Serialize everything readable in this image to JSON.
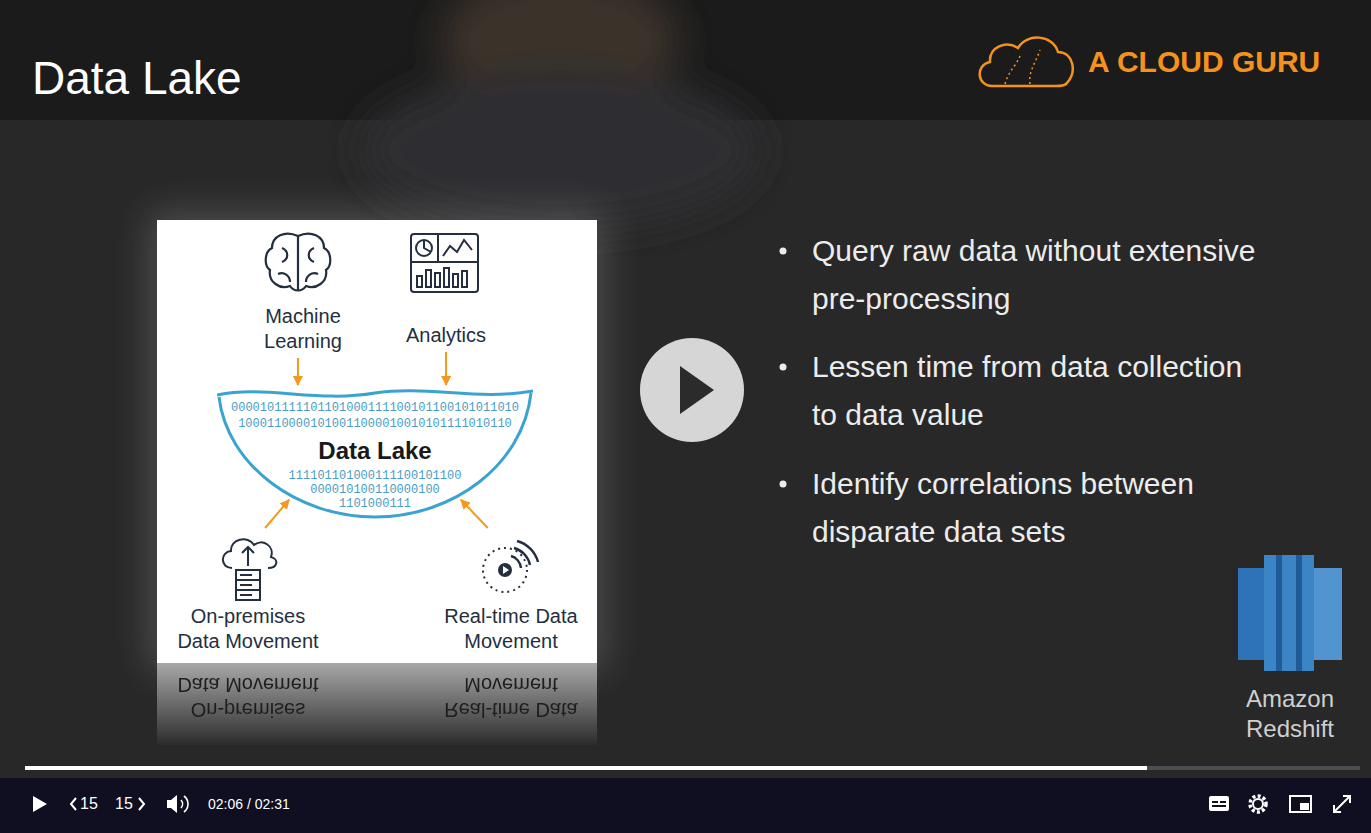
{
  "diagram": {
    "title": "Data Lake",
    "nodes": [
      {
        "text": [
          "Machine Learning"
        ]
      },
      {
        "text": [
          "Analytics"
        ]
      },
      {
        "text": [
          "Data Lake"
        ]
      },
      {
        "text": [
          "On-premises Data Movement"
        ]
      },
      {
        "text": [
          "Real-time Data Movement"
        ]
      }
    ],
    "edges": [
      {
        "from": 0,
        "to": 2,
        "arrow": "to"
      },
      {
        "from": 1,
        "to": 2,
        "arrow": "to"
      },
      {
        "from": 3,
        "to": 2,
        "arrow": "to"
      },
      {
        "from": 4,
        "to": 2,
        "arrow": "to"
      }
    ],
    "labels": [
      "A CLOUD GURU",
      "Query raw data without extensive pre-processing",
      "Lessen time from data collection to data value",
      "Identify correlations between disparate data sets",
      "Amazon Redshift",
      "0000101111101101000111100101100101011010",
      "10001100001010011000010010101111010110",
      "111101101000111100101100",
      "000010100110000100",
      "1101000111",
      "On-premises Data Movement",
      "Real-time Data Movement",
      "15",
      "15",
      "02:06 / 02:31"
    ]
  }
}
